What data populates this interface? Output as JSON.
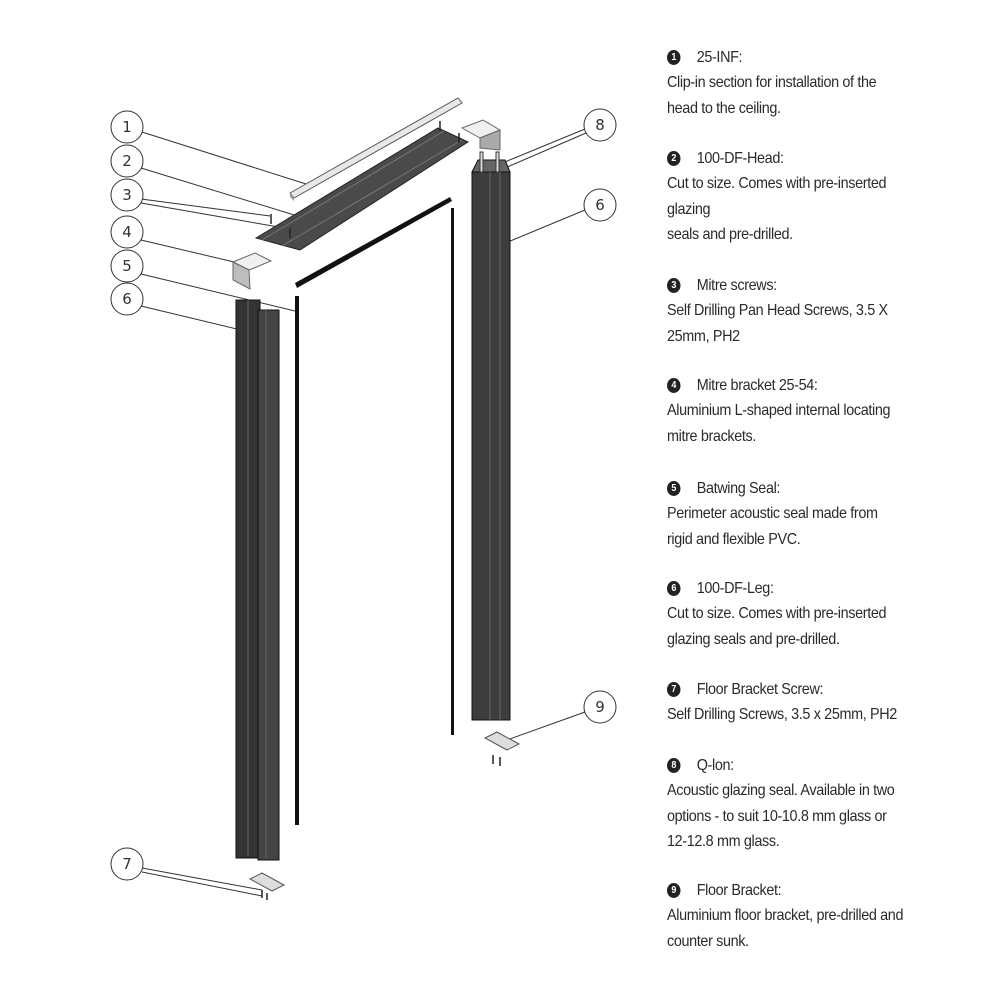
{
  "callouts_left": [
    "1",
    "2",
    "3",
    "4",
    "5",
    "6",
    "7"
  ],
  "callouts_right": [
    "8",
    "6",
    "9"
  ],
  "parts": [
    {
      "num": "1",
      "title": "25-INF:",
      "lines": [
        "Clip-in section for installation of the",
        "head to the ceiling."
      ]
    },
    {
      "num": "2",
      "title": "100-DF-Head:",
      "lines": [
        "Cut to size. Comes with pre-inserted",
        "glazing",
        "seals and pre-drilled."
      ]
    },
    {
      "num": "3",
      "title": "Mitre screws:",
      "lines": [
        "Self Drilling Pan Head Screws, 3.5 X",
        "25mm, PH2"
      ]
    },
    {
      "num": "4",
      "title": "Mitre bracket 25-54:",
      "lines": [
        "Aluminium L-shaped internal locating",
        "mitre brackets."
      ]
    },
    {
      "num": "5",
      "title": "Batwing Seal:",
      "lines": [
        "Perimeter acoustic seal made from",
        "rigid and flexible PVC."
      ]
    },
    {
      "num": "6",
      "title": "100-DF-Leg:",
      "lines": [
        "Cut to size. Comes with pre-inserted",
        "glazing seals and pre-drilled."
      ]
    },
    {
      "num": "7",
      "title": "Floor Bracket Screw:",
      "lines": [
        "Self Drilling Screws, 3.5 x 25mm, PH2"
      ]
    },
    {
      "num": "8",
      "title": "Q-lon:",
      "lines": [
        "Acoustic glazing seal. Available in two",
        "options - to suit 10-10.8 mm glass or",
        "12-12.8 mm glass."
      ]
    },
    {
      "num": "9",
      "title": "Floor Bracket:",
      "lines": [
        "Aluminium floor bracket, pre-drilled and",
        "counter sunk."
      ]
    }
  ],
  "colors": {
    "profile": "#3d3d3d",
    "light": "#dcdcdc",
    "text": "#2a2a2a"
  }
}
